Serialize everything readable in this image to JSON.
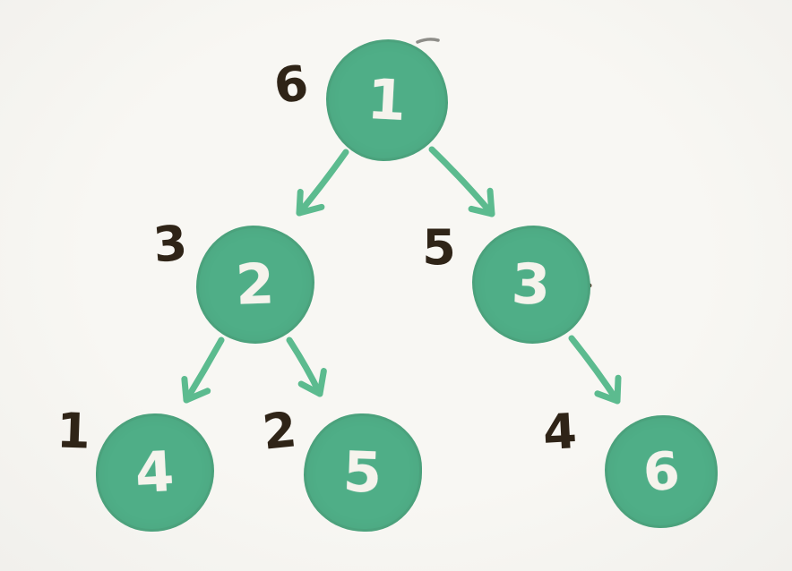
{
  "diagram": {
    "type": "binary-tree",
    "description": "hand-drawn binary tree with traversal order annotations",
    "colors": {
      "node_fill": "#4fae87",
      "arrow_green": "#5cbb8f",
      "annotation_ink": "#2f2417",
      "node_text": "#f5f3ec",
      "background": "#f6f5f1"
    },
    "nodes": [
      {
        "id": "1",
        "label": "1",
        "order": "6"
      },
      {
        "id": "2",
        "label": "2",
        "order": "3"
      },
      {
        "id": "3",
        "label": "3",
        "order": "5"
      },
      {
        "id": "4",
        "label": "4",
        "order": "1"
      },
      {
        "id": "5",
        "label": "5",
        "order": "2"
      },
      {
        "id": "6",
        "label": "6",
        "order": "4"
      }
    ],
    "edges": [
      {
        "from": "1",
        "to": "2"
      },
      {
        "from": "1",
        "to": "3"
      },
      {
        "from": "2",
        "to": "4"
      },
      {
        "from": "2",
        "to": "5"
      },
      {
        "from": "3",
        "to": "6"
      }
    ]
  }
}
